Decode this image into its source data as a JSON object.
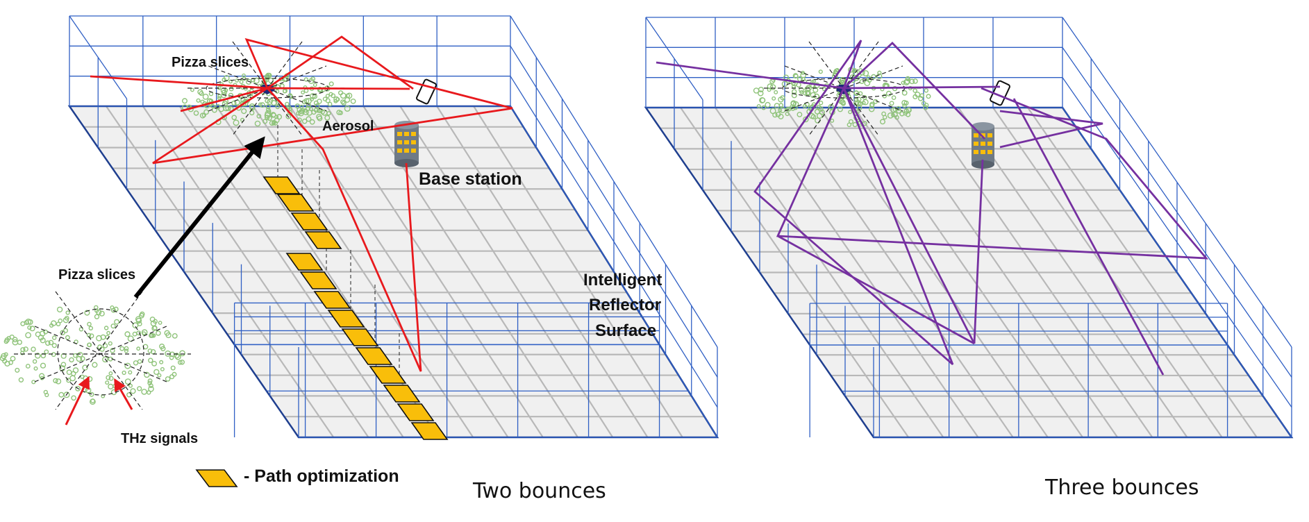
{
  "left_panel": {
    "label_pizza_top": "Pizza slices",
    "label_aerosol": "Aerosol",
    "label_base_station": "Base station",
    "label_irs_line1": "Intelligent",
    "label_irs_line2": "Reflector",
    "label_irs_line3": "Surface",
    "label_pizza_inset": "Pizza slices",
    "label_thz": "THz signals",
    "caption": "Two bounces",
    "ray_color": "#e8191d"
  },
  "right_panel": {
    "caption": "Three bounces",
    "ray_color": "#7530a0"
  },
  "legend": {
    "text": "- Path optimization",
    "swatch_color": "#f9be0a"
  },
  "colors": {
    "cage_lines": "#2f5fc4",
    "floor_grid": "#b5b5b5",
    "floor_fill": "#f0f0f0",
    "floor_edge": "#1f3f8f",
    "aerosol": "#8fc37a",
    "cylinder": "#6f7a86",
    "cylinder_windows": "#f9be0a"
  }
}
